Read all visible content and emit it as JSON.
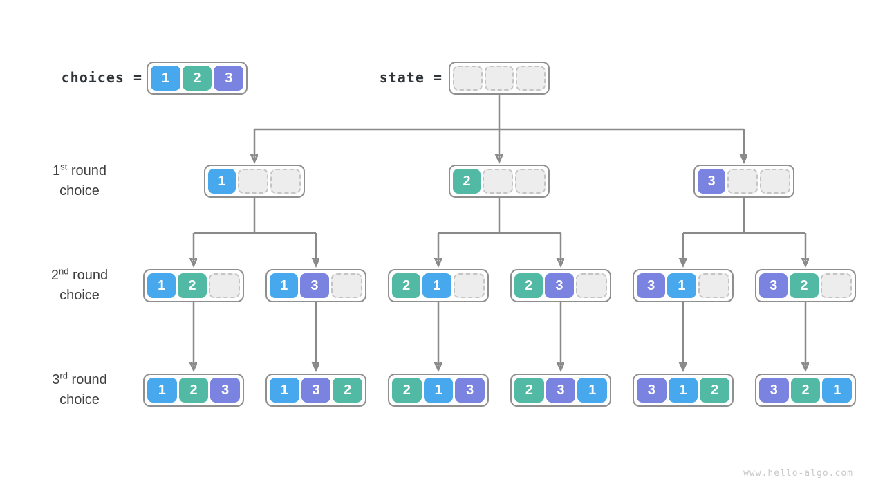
{
  "palette": {
    "choice_1": "#47a8ee",
    "choice_2": "#51b9a4",
    "choice_3": "#7b83e0",
    "empty_fill": "#ededed",
    "empty_border": "#c4c4c4",
    "box_border": "#8f8f8f",
    "line": "#8a8a8a",
    "label_text": "#3e3e3e",
    "code_text": "#30353a",
    "watermark_text": "#c9c9c9"
  },
  "header": {
    "choices_label": "choices =",
    "choices_cells": [
      "1",
      "2",
      "3"
    ],
    "state_label": "state =",
    "state_cells": [
      "",
      "",
      ""
    ]
  },
  "row_labels": [
    {
      "ordinal": "1",
      "suffix": "st",
      "rest": " round",
      "line2": "choice"
    },
    {
      "ordinal": "2",
      "suffix": "nd",
      "rest": " round",
      "line2": "choice"
    },
    {
      "ordinal": "3",
      "suffix": "rd",
      "rest": " round",
      "line2": "choice"
    }
  ],
  "tree": {
    "level1": [
      [
        "1",
        "",
        ""
      ],
      [
        "2",
        "",
        ""
      ],
      [
        "3",
        "",
        ""
      ]
    ],
    "level2": [
      [
        "1",
        "2",
        ""
      ],
      [
        "1",
        "3",
        ""
      ],
      [
        "2",
        "1",
        ""
      ],
      [
        "2",
        "3",
        ""
      ],
      [
        "3",
        "1",
        ""
      ],
      [
        "3",
        "2",
        ""
      ]
    ],
    "level3": [
      [
        "1",
        "2",
        "3"
      ],
      [
        "1",
        "3",
        "2"
      ],
      [
        "2",
        "1",
        "3"
      ],
      [
        "2",
        "3",
        "1"
      ],
      [
        "3",
        "1",
        "2"
      ],
      [
        "3",
        "2",
        "1"
      ]
    ]
  },
  "watermark": "www.hello-algo.com"
}
